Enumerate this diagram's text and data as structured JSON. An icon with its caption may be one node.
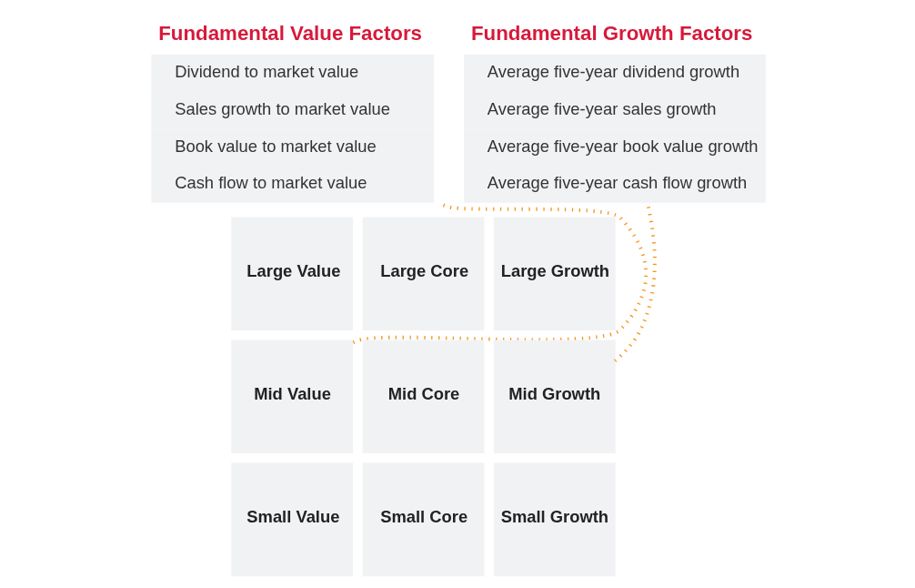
{
  "diagram": {
    "nodes": [
      {
        "text": [
          "Fundamental Value Factors",
          "Dividend to market value",
          "Sales growth to market value",
          "Book value to market value",
          "Cash flow to market value"
        ]
      },
      {
        "text": [
          "Fundamental Growth Factors",
          "Average five-year dividend growth",
          "Average five-year sales growth",
          "Average five-year book value growth",
          "Average five-year cash flow growth"
        ]
      },
      {
        "text": [
          "Large Value"
        ]
      },
      {
        "text": [
          "Large Core"
        ]
      },
      {
        "text": [
          "Large Growth"
        ]
      },
      {
        "text": [
          "Mid Value"
        ]
      },
      {
        "text": [
          "Mid Core"
        ]
      },
      {
        "text": [
          "Mid Growth"
        ]
      },
      {
        "text": [
          "Small Value"
        ]
      },
      {
        "text": [
          "Small Core"
        ]
      },
      {
        "text": [
          "Small Growth"
        ]
      }
    ],
    "edges": [
      {
        "from": 0,
        "to": 5,
        "arrow": "none",
        "style": "dashed",
        "color": "#f7941d"
      },
      {
        "from": 1,
        "to": 7,
        "arrow": "none",
        "style": "dashed",
        "color": "#f7941d"
      }
    ]
  }
}
